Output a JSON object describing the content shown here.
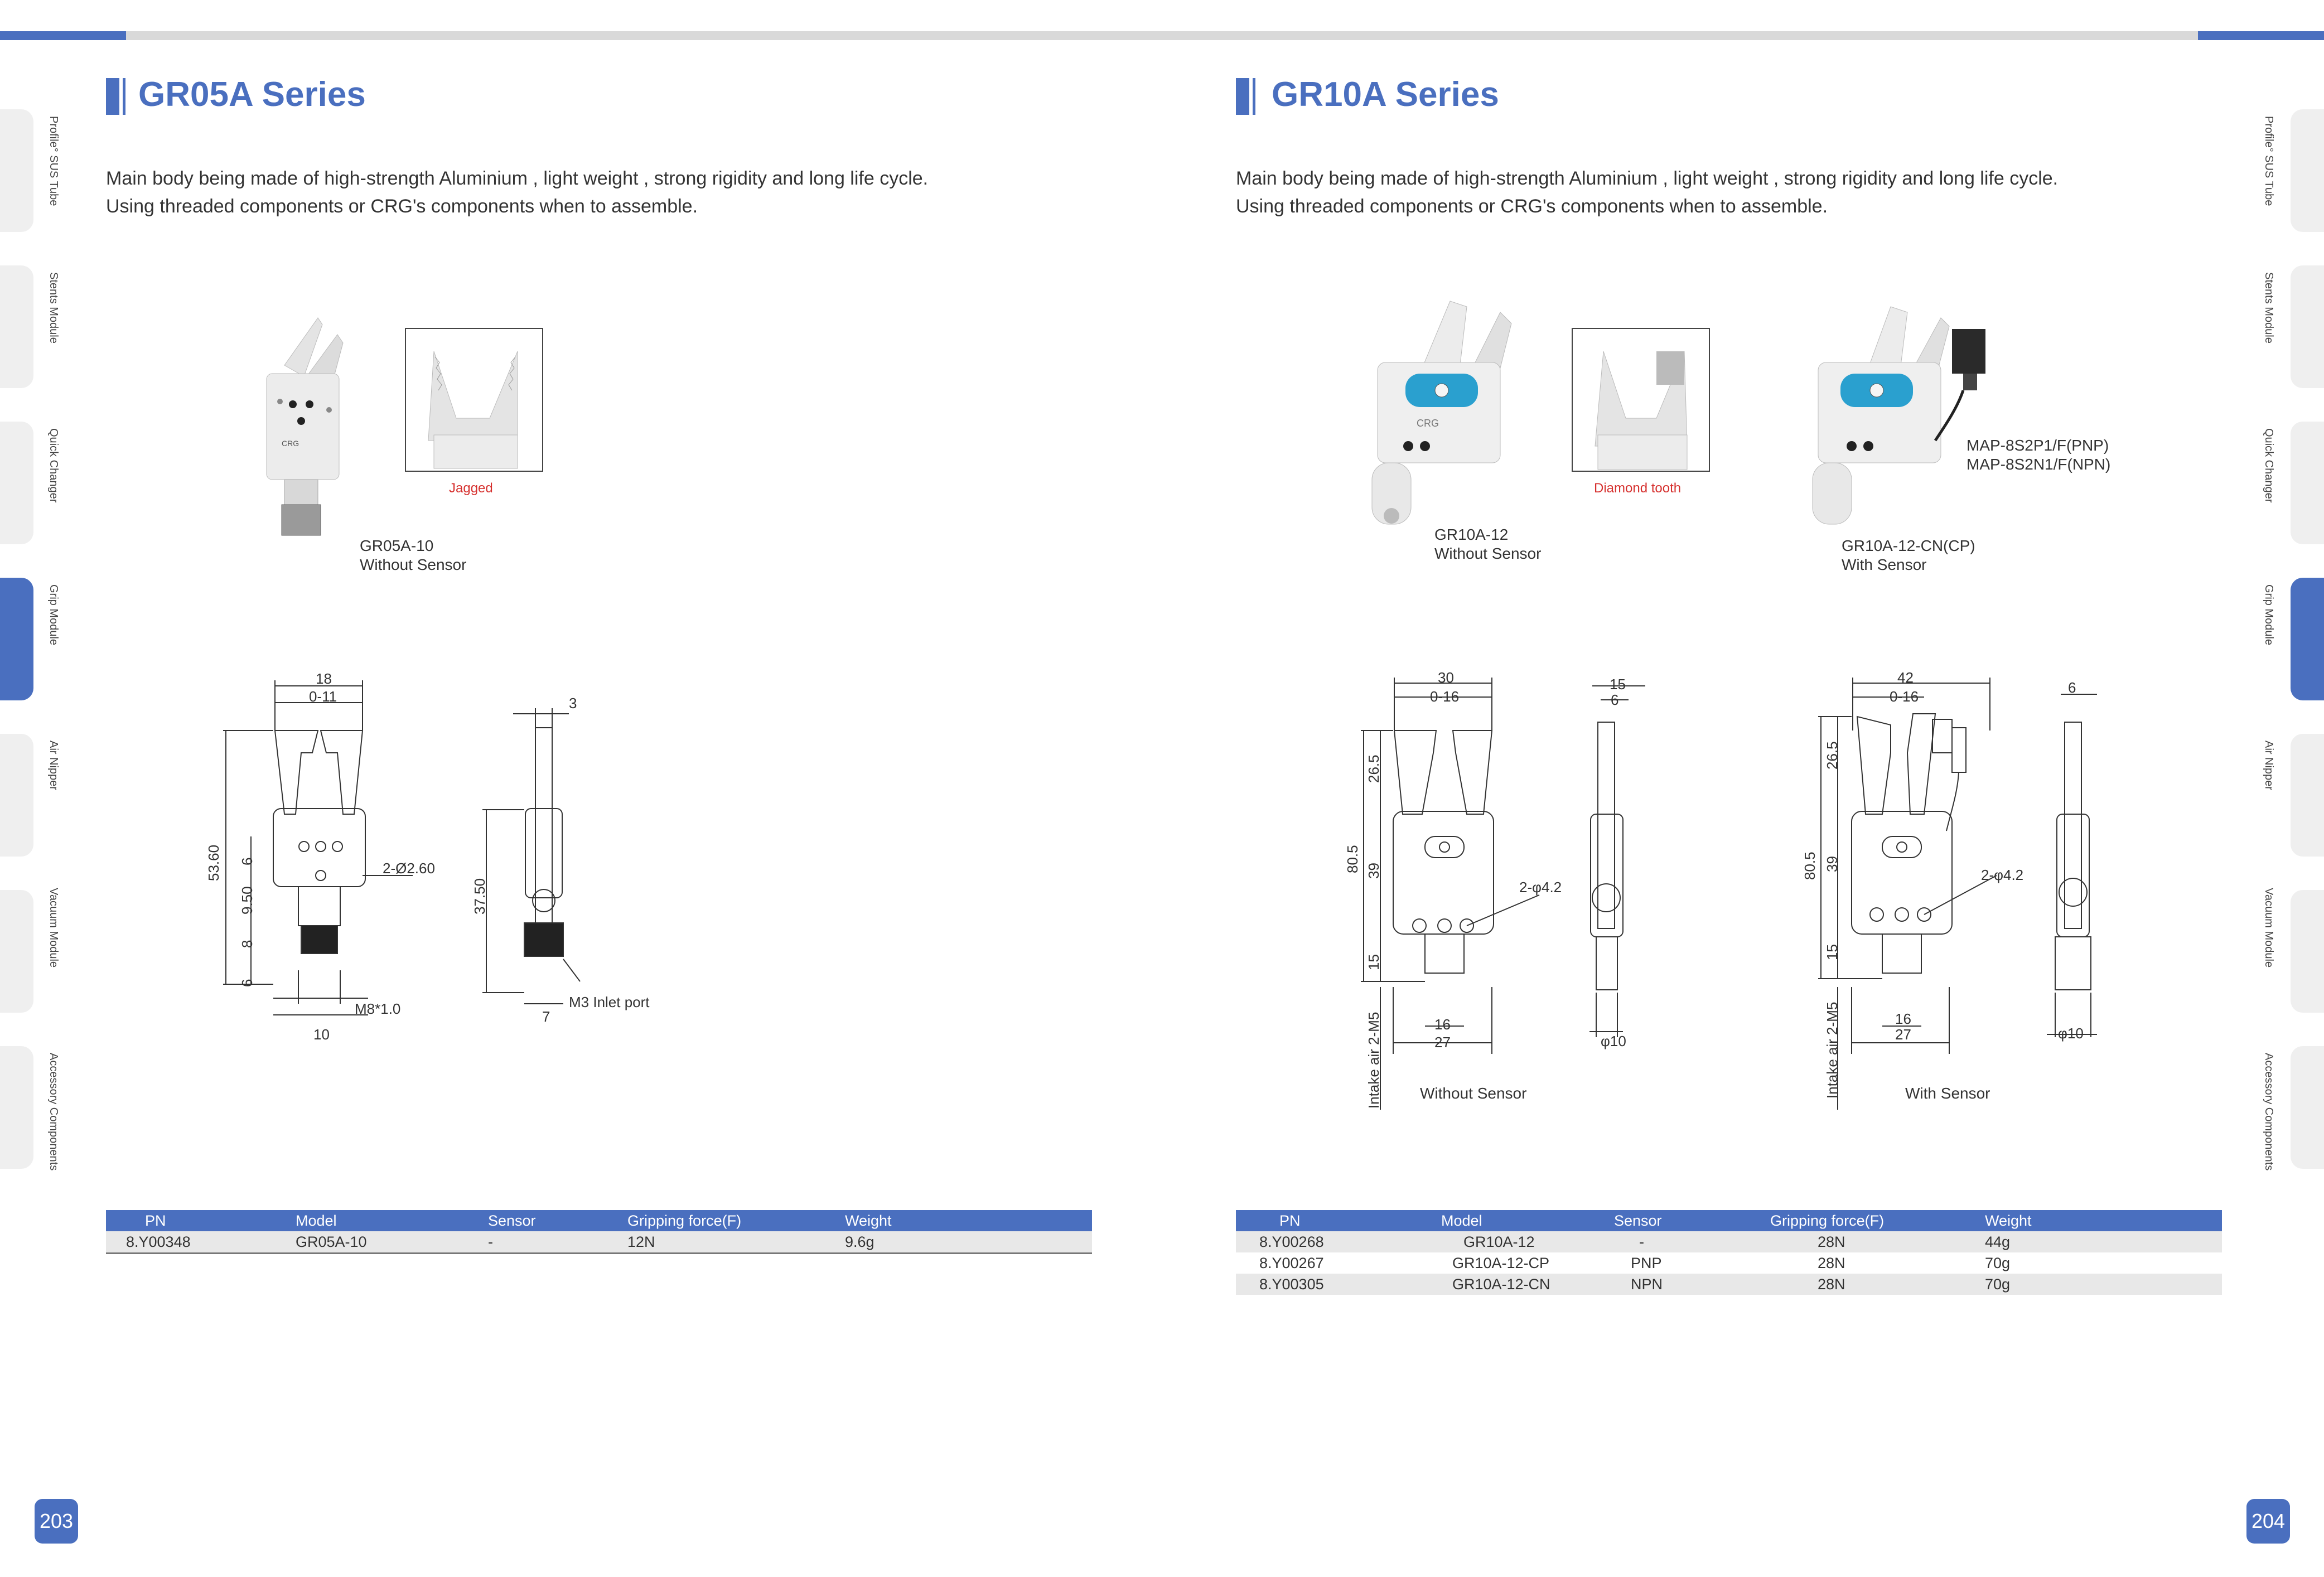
{
  "side_tabs": [
    {
      "label": "Profile° SUS Tube",
      "active": false
    },
    {
      "label": "Stents Module",
      "active": false
    },
    {
      "label": "Quick Changer",
      "active": false
    },
    {
      "label": "Grip Module",
      "active": true
    },
    {
      "label": "Air Nipper",
      "active": false
    },
    {
      "label": "Vacuum Module",
      "active": false
    },
    {
      "label": "Accessory Components",
      "active": false
    }
  ],
  "accent_color": "#4a6fbf",
  "left_page": {
    "title": "GR05A Series",
    "description": [
      "Main body being made of  high-strength Aluminium , light weight , strong rigidity and long life cycle.",
      "Using threaded components or CRG's components when to assemble."
    ],
    "inset_label": "Jagged",
    "product_caption": [
      "GR05A-10",
      "Without Sensor"
    ],
    "drawing": {
      "dims": [
        "18",
        "0-11",
        "3",
        "53.60",
        "6",
        "9.50",
        "8",
        "6",
        "37.50",
        "2-Ø2.60",
        "M8*1.0",
        "10",
        "7",
        "M3 Inlet port"
      ]
    },
    "table": {
      "headers": [
        "PN",
        "Model",
        "Sensor",
        "Gripping force(F)",
        "Weight"
      ],
      "rows": [
        [
          "8.Y00348",
          "GR05A-10",
          "-",
          "12N",
          "9.6g"
        ]
      ]
    },
    "page_number": "203"
  },
  "right_page": {
    "title": "GR10A Series",
    "description": [
      "Main body being made of  high-strength Aluminium , light weight , strong rigidity and long life cycle.",
      "Using threaded components or CRG's components when to assemble."
    ],
    "inset_label": "Diamond tooth",
    "product1_caption": [
      "GR10A-12",
      "Without Sensor"
    ],
    "product2_caption": [
      "GR10A-12-CN(CP)",
      "With Sensor"
    ],
    "sensor_label": [
      "MAP-8S2P1/F(PNP)",
      "MAP-8S2N1/F(NPN)"
    ],
    "drawing1": {
      "dims": [
        "30",
        "0-16",
        "15",
        "6",
        "26.5",
        "80.5",
        "39",
        "15",
        "2-φ4.2",
        "16",
        "27",
        "φ10",
        "Intake air 2-M5"
      ],
      "caption": "Without Sensor"
    },
    "drawing2": {
      "dims": [
        "42",
        "0-16",
        "6",
        "26.5",
        "80.5",
        "39",
        "15",
        "2-φ4.2",
        "16",
        "27",
        "φ10",
        "Intake air 2-M5"
      ],
      "caption": "With Sensor"
    },
    "table": {
      "headers": [
        "PN",
        "Model",
        "Sensor",
        "Gripping force(F)",
        "Weight"
      ],
      "rows": [
        [
          "8.Y00268",
          "GR10A-12",
          "-",
          "28N",
          "44g"
        ],
        [
          "8.Y00267",
          "GR10A-12-CP",
          "PNP",
          "28N",
          "70g"
        ],
        [
          "8.Y00305",
          "GR10A-12-CN",
          "NPN",
          "28N",
          "70g"
        ]
      ]
    },
    "page_number": "204"
  }
}
